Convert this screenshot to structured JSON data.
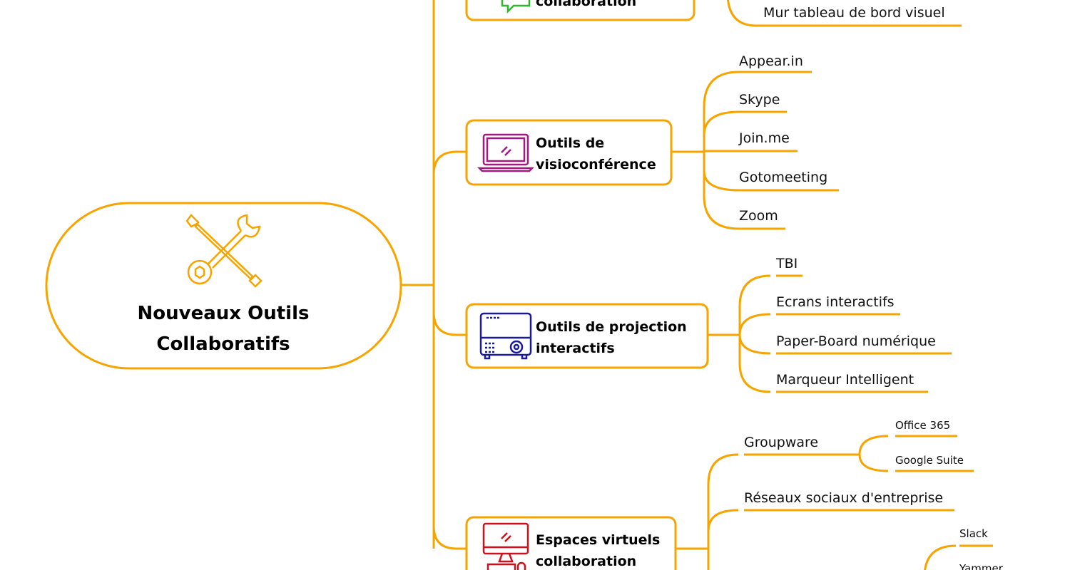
{
  "central": {
    "line1": "Nouveaux Outils",
    "line2": "Collaboratifs",
    "icon": "tools-icon"
  },
  "colors": {
    "line": "#f7a400",
    "chat": "#2db82d",
    "visio": "#a3197f",
    "projection": "#1a1aa0",
    "espaces": "#d0101a"
  },
  "branches": [
    {
      "line1": "",
      "line2": "collaboration",
      "icon": "chat-icon",
      "children": [
        "Mur tableau de bord visuel"
      ]
    },
    {
      "line1": "Outils de",
      "line2": "visioconférence",
      "icon": "laptop-icon",
      "children": [
        "Appear.in",
        "Skype",
        "Join.me",
        "Gotomeeting",
        "Zoom"
      ]
    },
    {
      "line1": "Outils de projection",
      "line2": "interactifs",
      "icon": "projector-icon",
      "children": [
        "TBI",
        "Ecrans interactifs",
        "Paper-Board numérique",
        "Marqueur Intelligent"
      ]
    },
    {
      "line1": "Espaces virtuels",
      "line2": "collaboration",
      "icon": "desktop-computer-icon",
      "children": [
        {
          "label": "Groupware",
          "children": [
            "Office 365",
            "Google Suite"
          ]
        },
        {
          "label": "Réseaux sociaux d'entreprise"
        },
        {
          "label": "",
          "children": [
            "Slack",
            "Yammer"
          ]
        }
      ]
    }
  ]
}
